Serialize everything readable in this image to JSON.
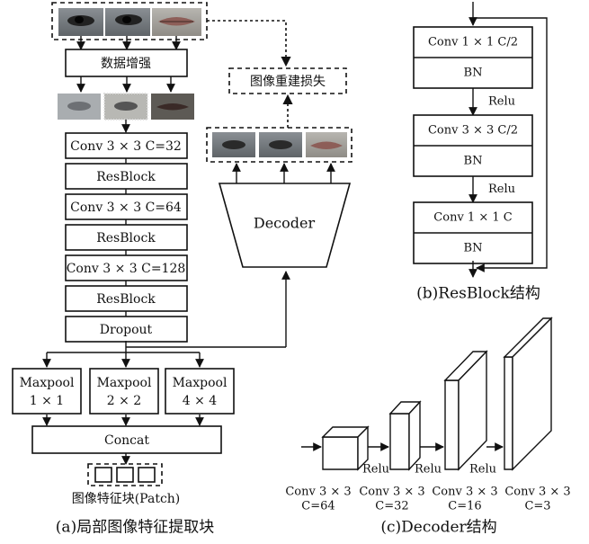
{
  "left_panel": {
    "augment": "数据增强",
    "layers": [
      "Conv 3 × 3 C=32",
      "ResBlock",
      "Conv 3 × 3 C=64",
      "ResBlock",
      "Conv 3 × 3 C=128",
      "ResBlock",
      "Dropout"
    ],
    "pools": [
      {
        "line1": "Maxpool",
        "line2": "1 × 1"
      },
      {
        "line1": "Maxpool",
        "line2": "2 × 2"
      },
      {
        "line1": "Maxpool",
        "line2": "4 × 4"
      }
    ],
    "concat": "Concat",
    "patch_label": "图像特征块(Patch)",
    "decoder": "Decoder",
    "recon_loss": "图像重建损失",
    "caption": "(a)局部图像特征提取块"
  },
  "resblock_panel": {
    "blocks": [
      {
        "conv": "Conv 1 × 1 C/2",
        "bn": "BN"
      },
      {
        "conv": "Conv 3 × 3 C/2",
        "bn": "BN"
      },
      {
        "conv": "Conv 1 × 1 C",
        "bn": "BN"
      }
    ],
    "relu": "Relu",
    "caption": "(b)ResBlock结构"
  },
  "decoder_panel": {
    "stages": [
      {
        "line1": "Conv 3 × 3",
        "line2": "C=64"
      },
      {
        "line1": "Conv 3 × 3",
        "line2": "C=32"
      },
      {
        "line1": "Conv 3 × 3",
        "line2": "C=16"
      },
      {
        "line1": "Conv 3 × 3",
        "line2": "C=3"
      }
    ],
    "relu": "Relu",
    "caption": "(c)Decoder结构"
  }
}
